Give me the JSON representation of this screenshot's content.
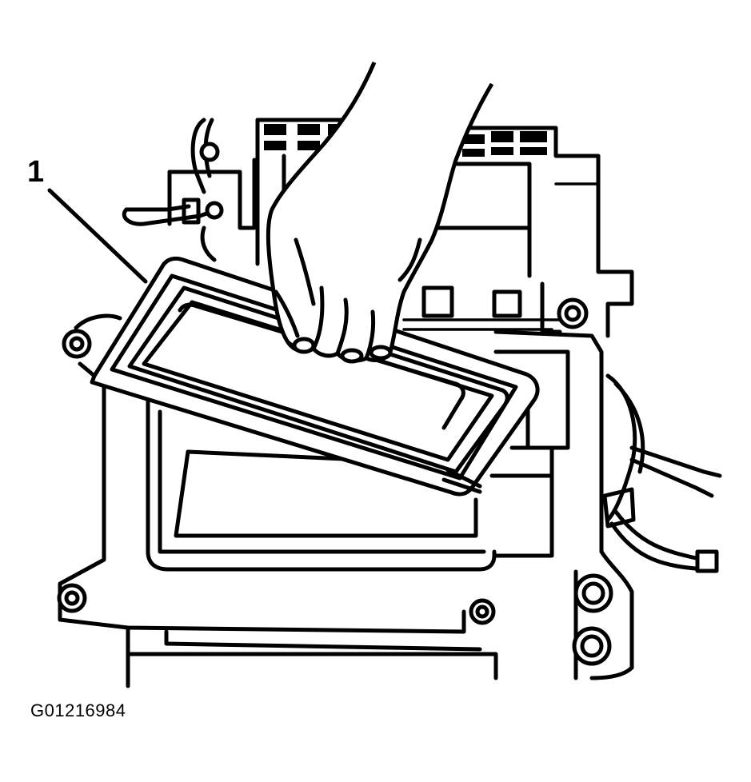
{
  "callout": {
    "number": "1"
  },
  "figure": {
    "code": "G01216984"
  },
  "icons": [
    "housing-case",
    "filter-frame",
    "hand",
    "wiring-harness",
    "mounting-bolt"
  ]
}
